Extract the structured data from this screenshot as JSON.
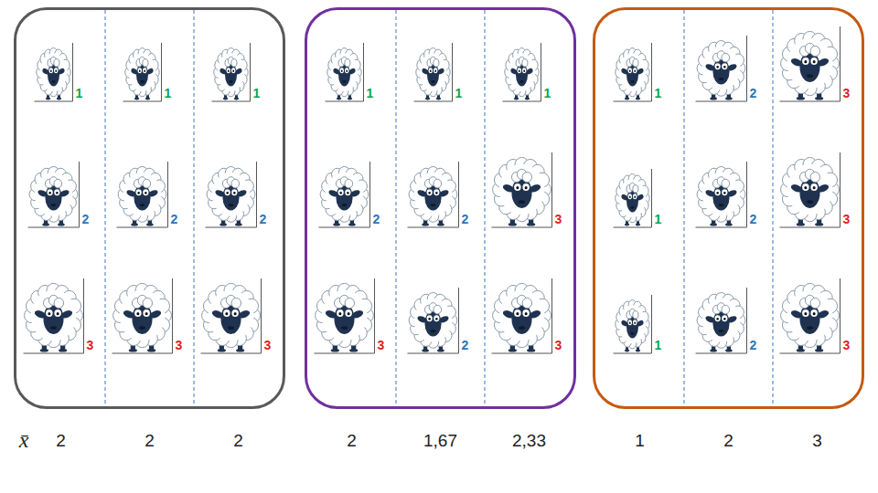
{
  "diagram": {
    "nodes": [
      {
        "text": [
          "1",
          "1",
          "1",
          "2",
          "2",
          "2",
          "3",
          "3",
          "3"
        ]
      },
      {
        "text": [
          "1",
          "1",
          "1",
          "2",
          "2",
          "3",
          "3",
          "2",
          "3"
        ]
      },
      {
        "text": [
          "1",
          "2",
          "3",
          "1",
          "2",
          "3",
          "1",
          "2",
          "3"
        ]
      }
    ],
    "labels": [
      "x̄",
      "2",
      "2",
      "2",
      "2",
      "1,67",
      "2,33",
      "1",
      "2",
      "3"
    ]
  }
}
